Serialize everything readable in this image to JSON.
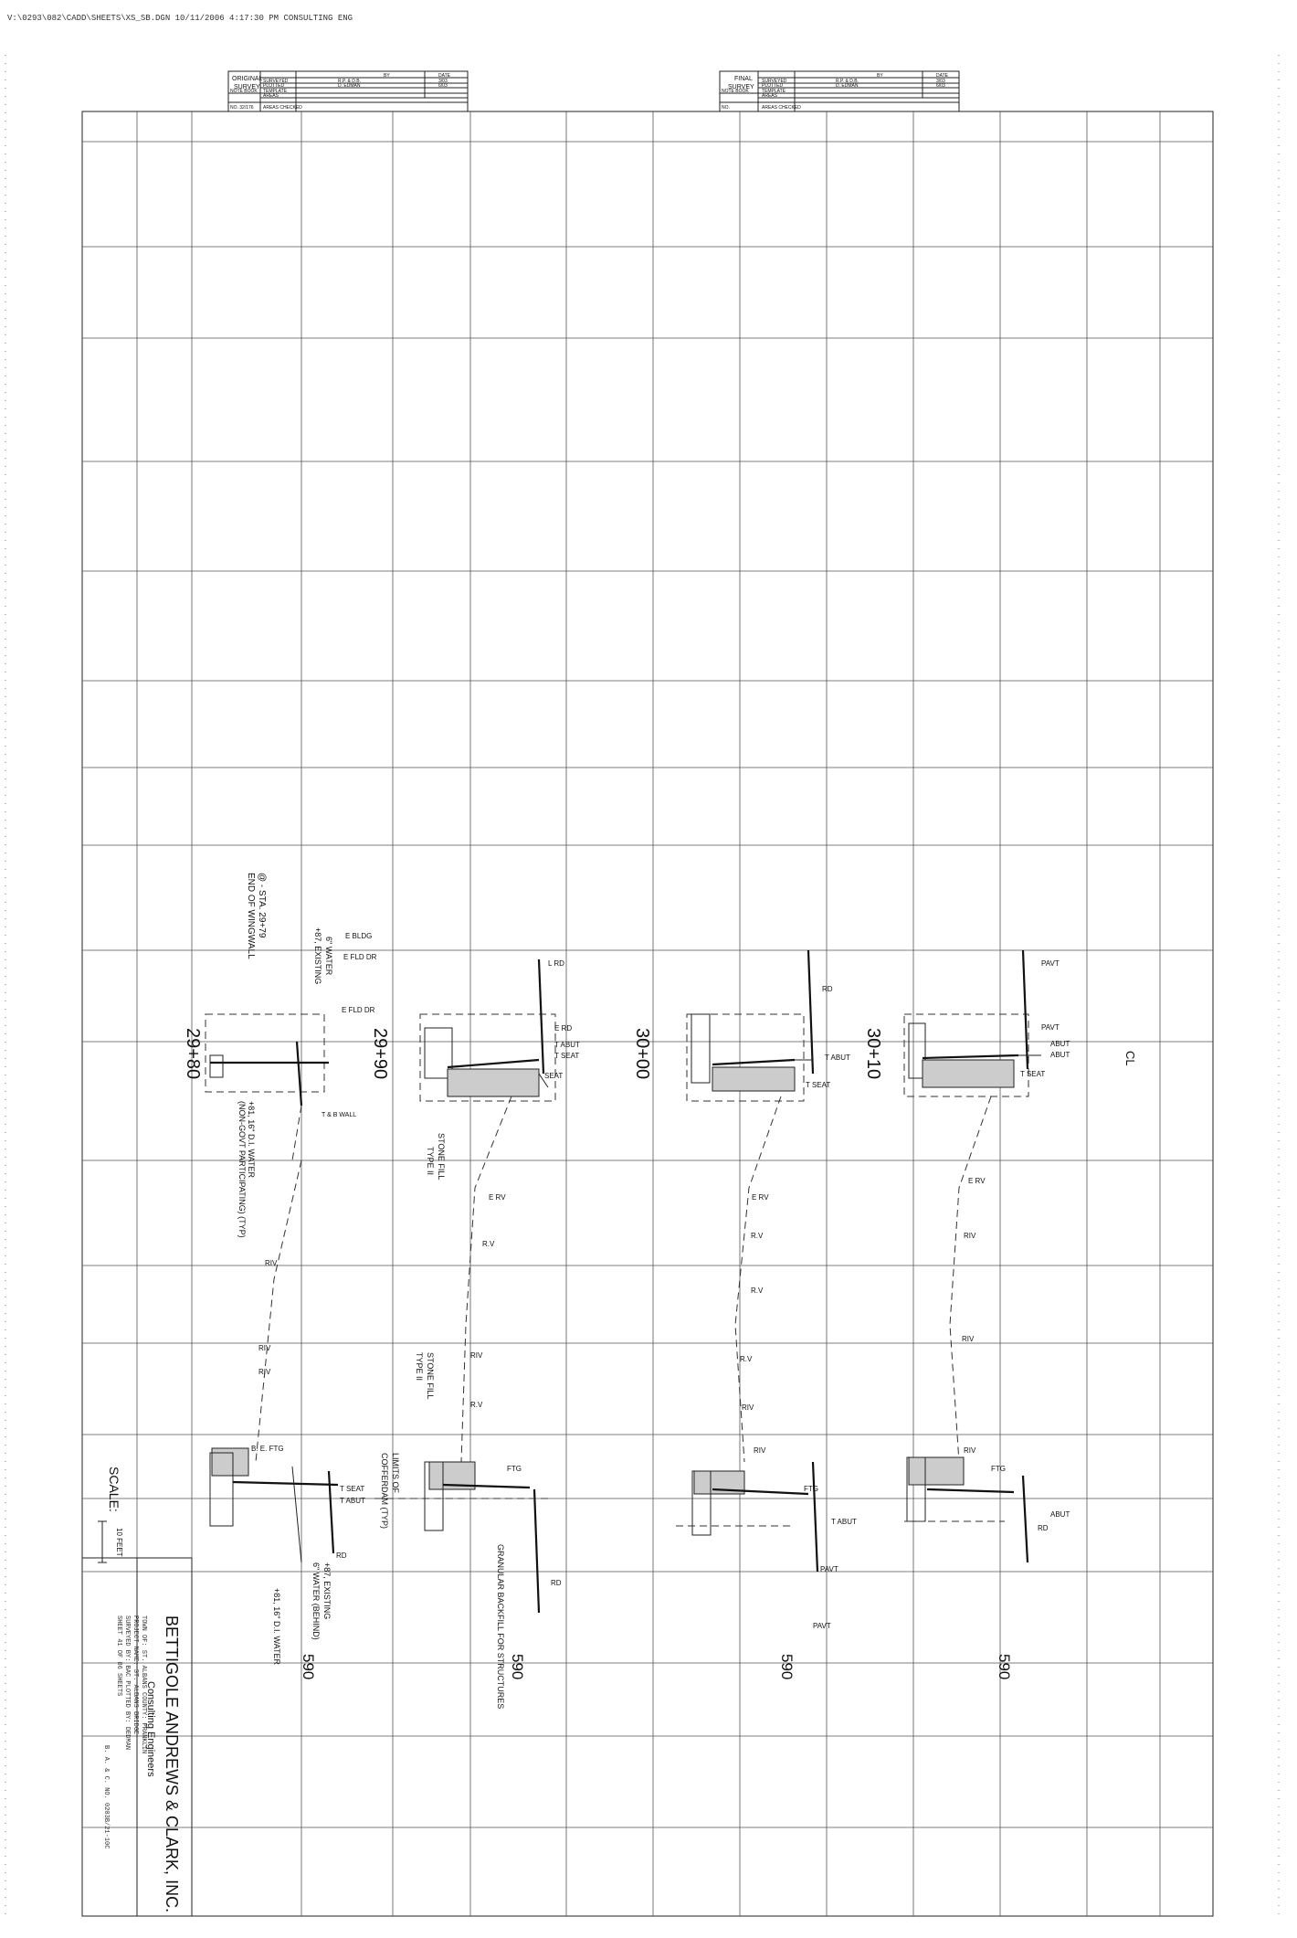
{
  "header": {
    "path_text": "V:\\0293\\082\\CADD\\SHEETS\\XS_SB.DGN   10/11/2006 4:17:30 PM   CONSULTING ENG",
    "original_survey": {
      "title_line1": "ORIGINAL",
      "title_line2": "SURVEY",
      "by_label": "BY",
      "date_label": "DATE",
      "surveyed_label": "SURVEYED",
      "surveyed_by": "R.P. & D.B.",
      "surveyed_date": "3/03",
      "plotted_label": "PLOTTED",
      "plotted_by": "D. EDMAN",
      "plotted_date": "6/03",
      "note_book_label": "NOTE BOOK",
      "template_label": "TEMPLATE",
      "areas_label": "AREAS",
      "areas_checked_label": "AREAS CHECKED",
      "no_label": "NO. 32/176"
    },
    "final_survey": {
      "title_line1": "FINAL",
      "title_line2": "SURVEY",
      "by_label": "BY",
      "date_label": "DATE",
      "surveyed_label": "SURVEYED",
      "surveyed_by": "R.P. & D.B.",
      "surveyed_date": "3/03",
      "plotted_label": "PLOTTED",
      "plotted_by": "D. EDMAN",
      "plotted_date": "6/03",
      "note_book_label": "NOTE BOOK",
      "template_label": "TEMPLATE",
      "areas_label": "AREAS",
      "areas_checked_label": "AREAS CHECKED",
      "no_label": "NO."
    }
  },
  "title_block": {
    "company": "BETTIGOLE ANDREWS & CLARK, INC.",
    "subtitle": "Consulting Engineers",
    "info_lines": [
      "TOWN OF: ST. ALBANS    COUNTY: FRANKLIN",
      "PROJECT NAME: ST. ALBANS BRIDGE",
      "SURVEYED BY: BAC   PLOTTED BY: DEDMAN",
      "SHEET 41 OF 86 SHEETS",
      "B. A. & C. NO. 0203B/21-10C"
    ]
  },
  "scale": {
    "label": "SCALE:",
    "bar_text": "10 FEET"
  },
  "stations": [
    "29+80",
    "29+90",
    "30+00",
    "30+10"
  ],
  "elevations": [
    "590",
    "590",
    "590",
    "590"
  ],
  "annotations": {
    "end_of_wingwall": "END OF WINGWALL",
    "wingwall_sta": "@ - STA. 29+79",
    "existing_water_top": "+87, EXISTING",
    "water_6": "6\" WATER",
    "water_16": "+81, 16\" D.I. WATER",
    "non_govt": "(NON-GOVT PARTICIPATING) (TYP)",
    "t_b_wall": "T & B WALL",
    "e_bldg": "E BLDG",
    "e_fld_dr_1": "E FLD DR",
    "e_fld_dr_2": "E FLD DR",
    "l_rd": "L RD",
    "e_rd": "E RD",
    "t_abut": "T ABUT",
    "t_seat": "T SEAT",
    "seat": "SEAT",
    "stone_fill": "STONE FILL",
    "type_ii": "TYPE II",
    "stone_fill_2": "STONE FILL",
    "type_ii_2": "TYPE II",
    "rd": "RD",
    "pavt": "PAVT",
    "abut": "ABUT",
    "e_rv": "E RV",
    "riv": "RIV",
    "rv": "R.V",
    "cl_symbol": "CL",
    "limits_cofferdam_1": "LIMITS OF",
    "limits_cofferdam_2": "COFFERDAM (TYP)",
    "granular": "GRANULAR BACKFILL FOR STRUCTURES",
    "b_e_ftg": "B. E. FTG",
    "ftg": "FTG",
    "existing_water_bottom": "+87, EXISTING",
    "water_6_behind": "6\" WATER (BEHIND)",
    "water_16_bottom": "+81, 16\" D.I. WATER"
  }
}
